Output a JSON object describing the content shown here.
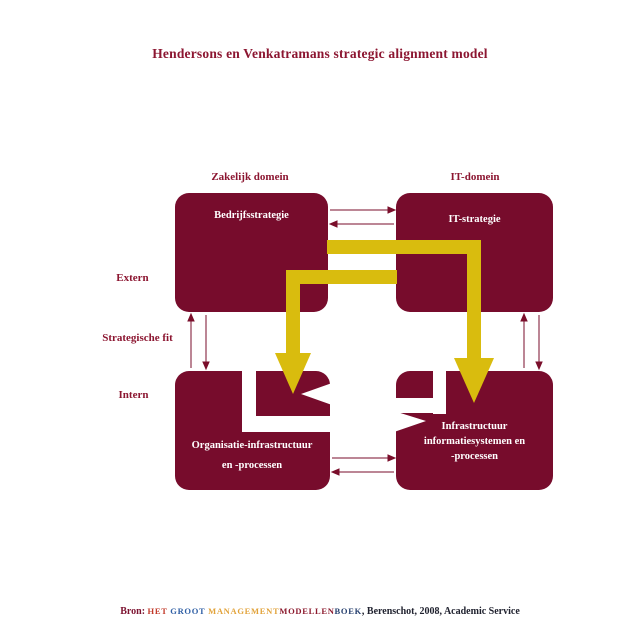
{
  "title": "Hendersons en Venkatramans strategic alignment model",
  "colors": {
    "maroon": "#770c2c",
    "label_text": "#8c1631",
    "arrow_thin": "#7a0e2b",
    "gold": "#d9bc0e",
    "white": "#ffffff",
    "box_text": "#ffffff"
  },
  "domain_labels": {
    "left": "Zakelijk domein",
    "right": "IT-domein"
  },
  "side_labels": {
    "top": "Extern",
    "middle": "Strategische fit",
    "bottom": "Intern"
  },
  "boxes": {
    "top_left": {
      "label": "Bedrijfsstrategie"
    },
    "top_right": {
      "label": "IT-strategie"
    },
    "bottom_left": {
      "lines": [
        "Organisatie-infrastructuur",
        "en -processen"
      ]
    },
    "bottom_right": {
      "lines": [
        "Infrastructuur",
        "informatiesystemen en",
        "-processen"
      ]
    }
  },
  "caption": {
    "segments": [
      {
        "text": "Bron: ",
        "color": "#7c1230"
      },
      {
        "text": "HET ",
        "color": "#c23a2a"
      },
      {
        "text": "GROOT ",
        "color": "#2f5fa5"
      },
      {
        "text": "MANAGEMENT",
        "color": "#e2a33b"
      },
      {
        "text": "MODELLEN",
        "color": "#8c1a2e"
      },
      {
        "text": "BOEK",
        "color": "#27406f"
      },
      {
        "text": ", Berenschot, 2008, Academic Service",
        "color": "#20222f"
      }
    ]
  }
}
